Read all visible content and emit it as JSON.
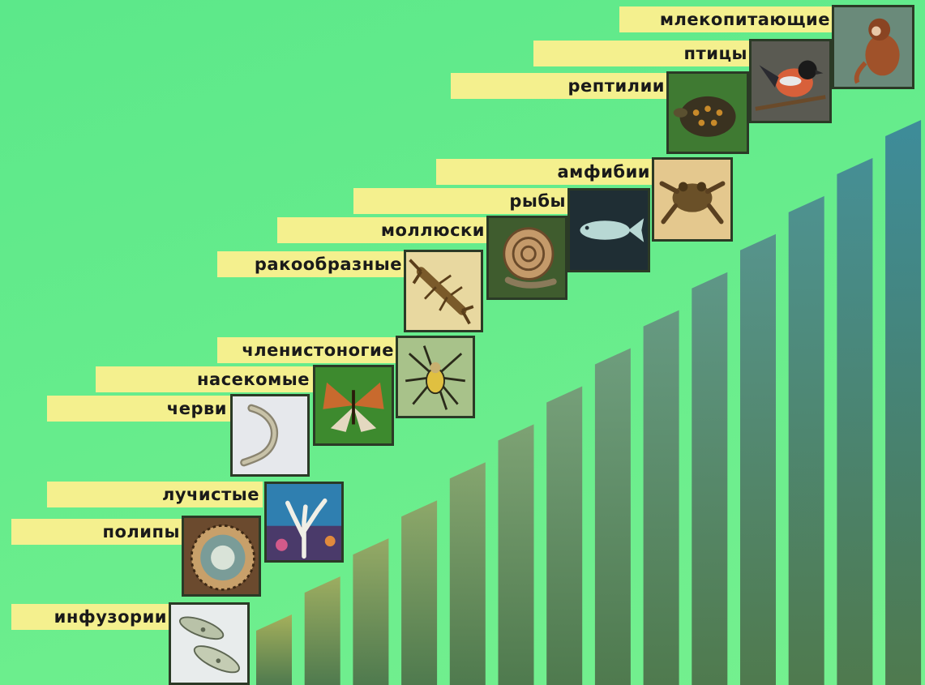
{
  "taxa": [
    {
      "id": "infuzorii",
      "label": "инфузории",
      "image": "ciliate-photo-icon"
    },
    {
      "id": "polipy",
      "label": "полипы",
      "image": "sea-anemone-photo-icon"
    },
    {
      "id": "luchistye",
      "label": "лучистые",
      "image": "coral-reef-photo-icon"
    },
    {
      "id": "chervi",
      "label": "черви",
      "image": "worm-photo-icon"
    },
    {
      "id": "nasekomye",
      "label": "насекомые",
      "image": "butterfly-photo-icon"
    },
    {
      "id": "chlenistonogie",
      "label": "членистоногие",
      "image": "spider-photo-icon"
    },
    {
      "id": "rakoobraznye",
      "label": "ракообразные",
      "image": "crayfish-photo-icon"
    },
    {
      "id": "mollyuski",
      "label": "моллюски",
      "image": "snail-photo-icon"
    },
    {
      "id": "ryby",
      "label": "рыбы",
      "image": "fish-photo-icon"
    },
    {
      "id": "amfibii",
      "label": "амфибии",
      "image": "frog-photo-icon"
    },
    {
      "id": "reptilii",
      "label": "рептилии",
      "image": "tortoise-photo-icon"
    },
    {
      "id": "ptitsy",
      "label": "птицы",
      "image": "bullfinch-photo-icon"
    },
    {
      "id": "mlekopitayuschie",
      "label": "млекопитающие",
      "image": "monkey-photo-icon"
    }
  ],
  "staircase": {
    "bar_count": 14,
    "colors": {
      "low": "#a5b05c",
      "high": "#3e8c9a",
      "bottom": "#4f7a4e"
    }
  },
  "colors": {
    "label_background": "#f4f08e",
    "background": "#66ec8c"
  }
}
